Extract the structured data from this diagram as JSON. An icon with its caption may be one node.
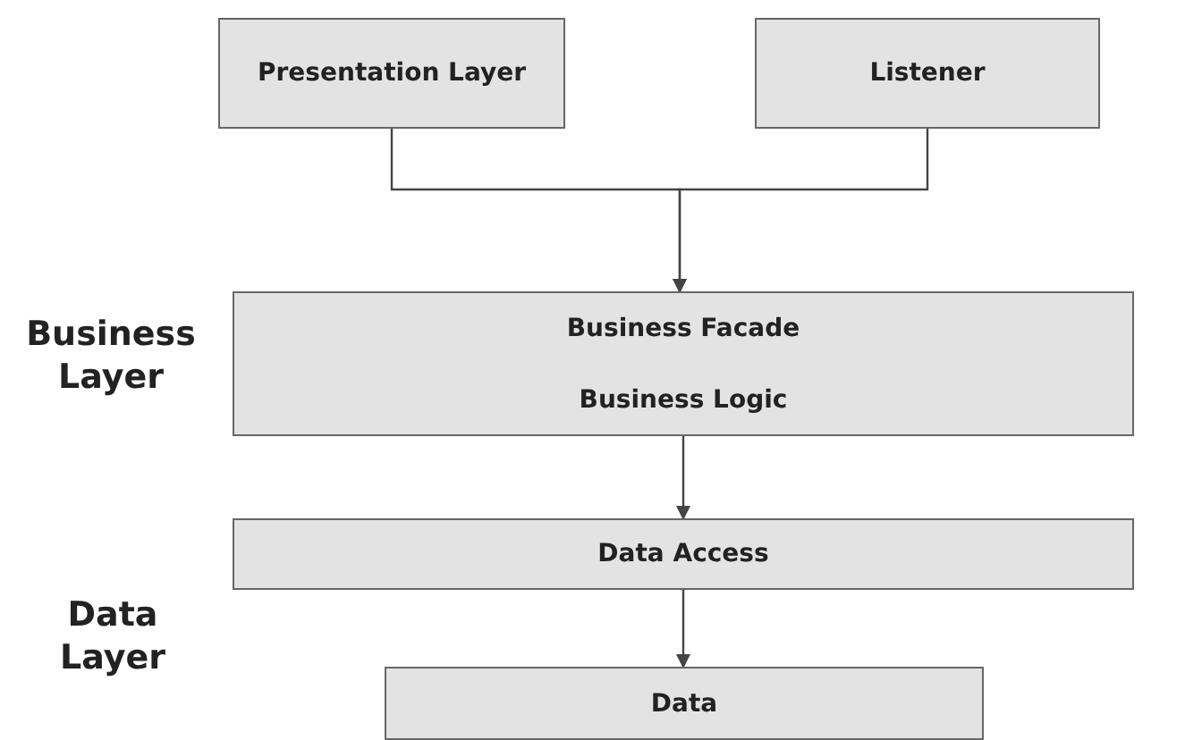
{
  "diagram": {
    "nodes": [
      {
        "text": [
          "Presentation Layer"
        ]
      },
      {
        "text": [
          "Listener"
        ]
      },
      {
        "text": [
          "Business Facade"
        ]
      },
      {
        "text": [
          "Business Logic"
        ]
      },
      {
        "text": [
          "Data Access"
        ]
      },
      {
        "text": [
          "Data"
        ]
      }
    ],
    "edges": [
      {
        "from": 0,
        "to": 2,
        "arrow": "to"
      },
      {
        "from": 1,
        "to": 2,
        "arrow": "to"
      },
      {
        "from": 3,
        "to": 4,
        "arrow": "to"
      },
      {
        "from": 4,
        "to": 5,
        "arrow": "to"
      }
    ],
    "labels": [
      "Business Layer",
      "Data Layer"
    ]
  }
}
